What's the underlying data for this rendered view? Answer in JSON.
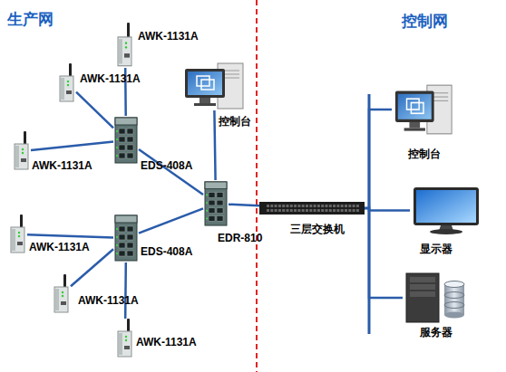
{
  "diagram": {
    "nodes": [
      {
        "text": [
          "AWK-1131A"
        ]
      },
      {
        "text": [
          "AWK-1131A"
        ]
      },
      {
        "text": [
          "控制台"
        ]
      },
      {
        "text": [
          "EDS-408A"
        ]
      },
      {
        "text": [
          "AWK-1131A"
        ]
      },
      {
        "text": [
          "EDR-810"
        ]
      },
      {
        "text": [
          "三层交换机"
        ]
      },
      {
        "text": [
          "AWK-1131A"
        ]
      },
      {
        "text": [
          "EDS-408A"
        ]
      },
      {
        "text": [
          "AWK-1131A"
        ]
      },
      {
        "text": [
          "AWK-1131A"
        ]
      },
      {
        "text": [
          "控制台"
        ]
      },
      {
        "text": [
          "显示器"
        ]
      },
      {
        "text": [
          "服务器"
        ]
      }
    ],
    "edges": [
      {
        "from": 0,
        "to": 3,
        "arrow": "none"
      },
      {
        "from": 1,
        "to": 3,
        "arrow": "none"
      },
      {
        "from": 4,
        "to": 3,
        "arrow": "none"
      },
      {
        "from": 3,
        "to": 5,
        "arrow": "none"
      },
      {
        "from": 2,
        "to": 5,
        "arrow": "none"
      },
      {
        "from": 8,
        "to": 5,
        "arrow": "none"
      },
      {
        "from": 7,
        "to": 8,
        "arrow": "none"
      },
      {
        "from": 9,
        "to": 8,
        "arrow": "none"
      },
      {
        "from": 10,
        "to": 8,
        "arrow": "none"
      },
      {
        "from": 5,
        "to": 6,
        "arrow": "none"
      },
      {
        "from": 6,
        "to": 11,
        "arrow": "none"
      },
      {
        "from": 6,
        "to": 12,
        "arrow": "none"
      },
      {
        "from": 6,
        "to": 13,
        "arrow": "none"
      }
    ],
    "labels": [
      "生产网",
      "控制网"
    ]
  }
}
